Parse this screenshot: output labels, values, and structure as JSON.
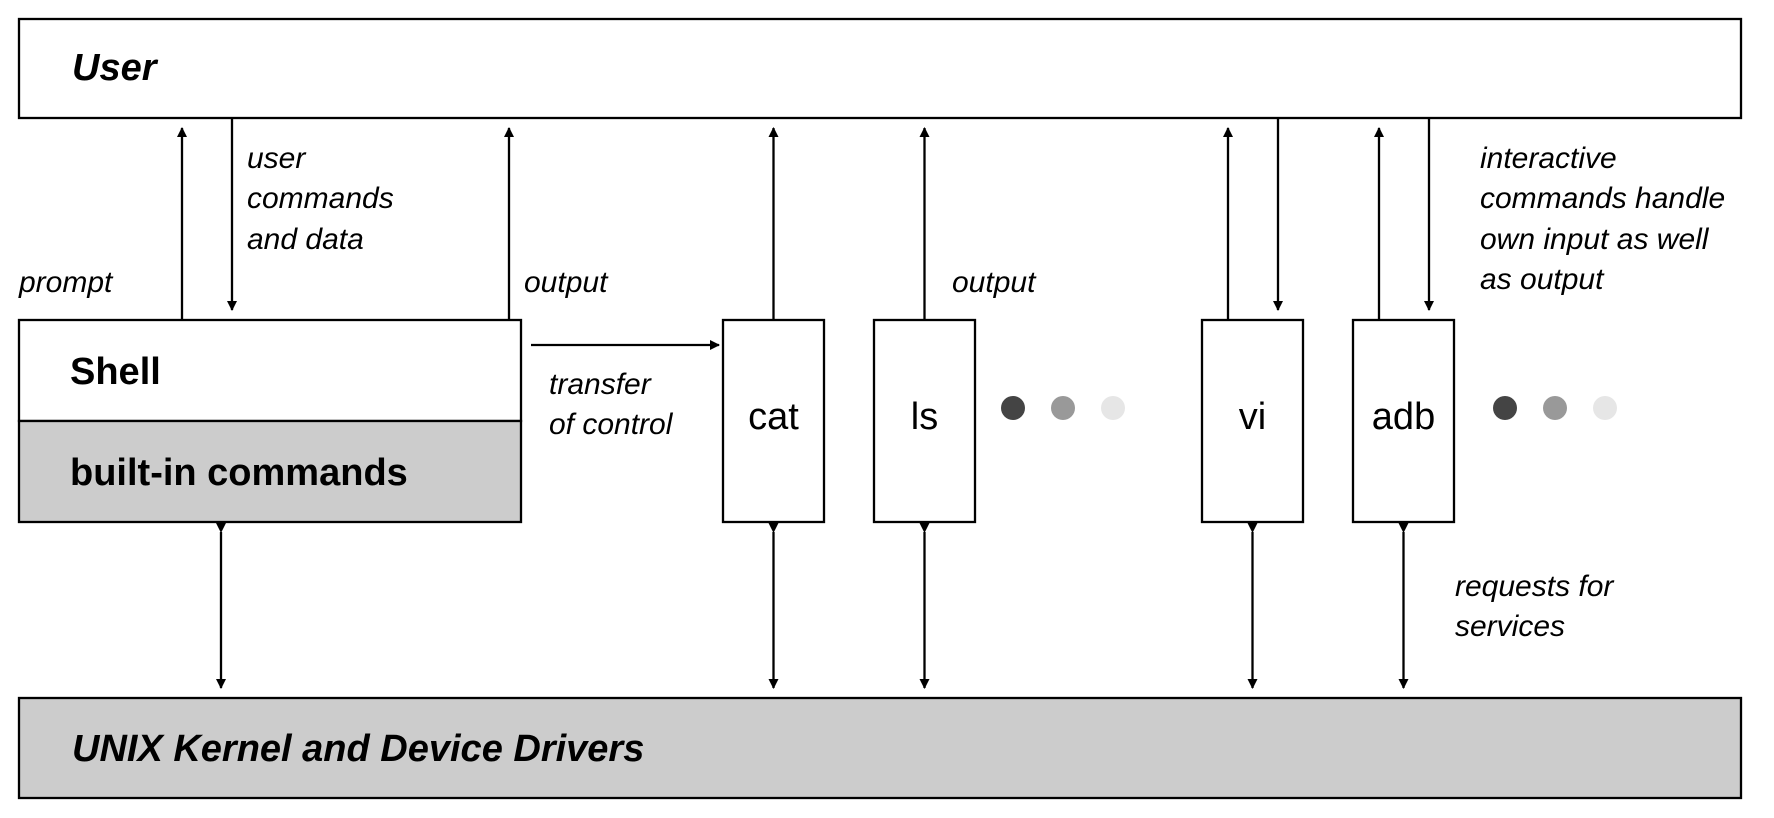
{
  "boxes": {
    "user": "User",
    "shell": "Shell",
    "builtin": "built-in commands",
    "kernel": "UNIX Kernel and Device Drivers"
  },
  "commands": {
    "cat": "cat",
    "ls": "ls",
    "vi": "vi",
    "adb": "adb"
  },
  "labels": {
    "prompt": "prompt",
    "user_commands": [
      "user",
      "commands",
      "and data"
    ],
    "output_shell": "output",
    "transfer": [
      "transfer",
      "of control"
    ],
    "output_cmds": "output",
    "interactive": [
      "interactive",
      "commands handle",
      "own input as well",
      "as output"
    ],
    "requests": [
      "requests for",
      "services"
    ]
  },
  "colors": {
    "gray_fill": "#cccccc",
    "dot_dark": "#444444",
    "dot_mid": "#999999",
    "dot_light": "#e6e6e6"
  }
}
